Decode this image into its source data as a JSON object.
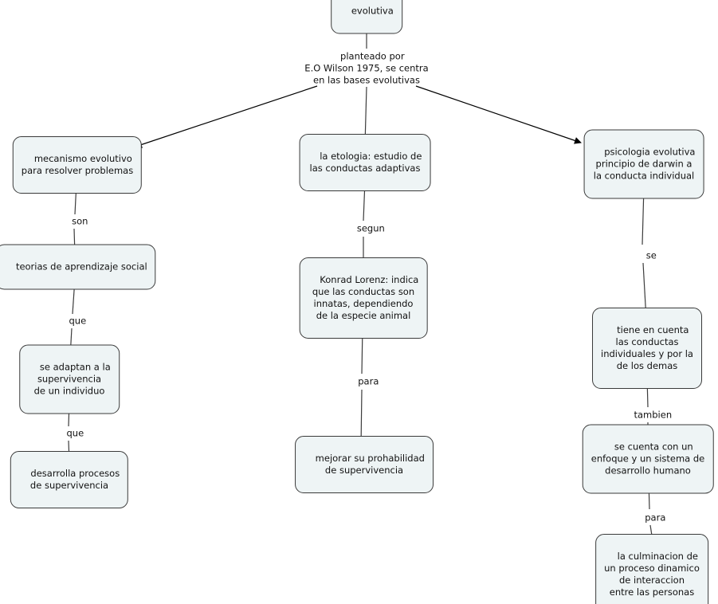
{
  "map": {
    "root_concept": "evolutiva",
    "style": {
      "background": "#ffffff",
      "node_fill": "#eef4f5",
      "node_border": "#3a3a3a",
      "line_color": "#3c3c3c",
      "text_color": "#111111"
    },
    "concepts": {
      "evolutiva": {
        "label": "evolutiva"
      },
      "mecanismo": {
        "label": "mecanismo evolutivo\npara resolver problemas"
      },
      "teorias": {
        "label": "teorias de aprendizaje social"
      },
      "se_adaptan": {
        "label": "se adaptan a la\nsupervivencia\nde un individuo"
      },
      "desarrolla": {
        "label": "desarrolla procesos\nde supervivencia"
      },
      "etologia": {
        "label": "la etologia: estudio de\nlas conductas adaptivas"
      },
      "konrad": {
        "label": "Konrad Lorenz: indica\nque las conductas son\ninnatas, dependiendo\nde la especie animal"
      },
      "mejorar": {
        "label": "mejorar su prohabilidad\nde supervivencia"
      },
      "psicologia": {
        "label": "psicologia evolutiva\nprincipio de darwin a\nla conducta individual"
      },
      "tiene_en_cuenta": {
        "label": "tiene en cuenta\nlas conductas\nindividuales y por la\nde los demas"
      },
      "se_cuenta": {
        "label": "se cuenta con un\nenfoque y un sistema de\ndesarrollo humano"
      },
      "culminacion": {
        "label": "la culminacion de\nun proceso dinamico\nde interaccion\nentre las personas"
      }
    },
    "linking_phrases": {
      "planteado": {
        "label": "planteado por\nE.O Wilson 1975, se centra\nen las bases evolutivas"
      },
      "son": {
        "label": "son"
      },
      "que1": {
        "label": "que"
      },
      "que2": {
        "label": "que"
      },
      "segun": {
        "label": "segun"
      },
      "para1": {
        "label": "para"
      },
      "se": {
        "label": "se"
      },
      "tambien": {
        "label": "tambien"
      },
      "para2": {
        "label": "para"
      }
    }
  }
}
